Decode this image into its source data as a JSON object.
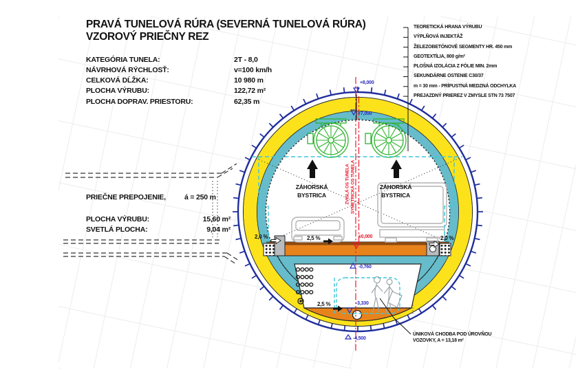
{
  "title": {
    "line1": "PRAVÁ TUNELOVÁ RÚRA (SEVERNÁ TUNELOVÁ RÚRA)",
    "line2": "VZOROVÝ PRIEČNY REZ"
  },
  "parameters": [
    {
      "label": "KATEGÓRIA TUNELA:",
      "value": "2T - 8,0"
    },
    {
      "label": "NÁVRHOVÁ RÝCHLOSŤ:",
      "value": "v=100 km/h"
    },
    {
      "label": "CELKOVÁ DĹŽKA:",
      "value": "10 980 m"
    },
    {
      "label": "PLOCHA VÝRUBU:",
      "value": "122,72 m²"
    },
    {
      "label": "PLOCHA DOPRAV. PRIESTORU:",
      "value": "62,35 m"
    }
  ],
  "cross_passage": {
    "heading": "PRIEČNE PREPOJENIE,",
    "spacing": "á = 250 m",
    "rows": [
      {
        "label": "PLOCHA VÝRUBU:",
        "value": "15,60 m²"
      },
      {
        "label": "SVETLÁ PLOCHA:",
        "value": "9,04 m²"
      }
    ]
  },
  "legend": {
    "items": [
      "TEORETICKÁ HRANA VÝRUBU",
      "VÝPLŇOVÁ INJEKTÁŽ",
      "ŽELEZOBETÓNOVÉ SEGMENTY HR. 450 mm",
      "GEOTEXTÍLIA, 800 g/m²",
      "PLOŠNÁ IZOLÁCIA Z FÓLIE MIN. 2mm",
      "SEKUNDÁRNE OSTENIE C30/37",
      "m = 30 mm - PRÍPUSTNÁ MEDZNÁ ODCHYLKA",
      "PREJAZDNÝ PRIEREZ V ZMYSLE STN 73 7507"
    ]
  },
  "diagram": {
    "direction_left": {
      "line1": "ZÁHORSKÁ",
      "line2": "BYSTRICA"
    },
    "direction_right": {
      "line1": "ZÁHORSKÁ",
      "line2": "BYSTRICA"
    },
    "axis_labels": {
      "vertical": "ZVISLÁ OS TUNELA",
      "symmetry": "SYMETRICKÁ OS TUNELA"
    },
    "levels": {
      "crown": "+8,000",
      "fan": "+7,050",
      "road": "±0,000",
      "sub_road": "-0,760",
      "corridor": "-3,330",
      "invert": "-4,500"
    },
    "slopes": {
      "left": "2,0 %",
      "center": "2,5 %",
      "right": "2,0 %",
      "bottom": "2,5 %"
    },
    "annotation": {
      "line1": "ÚNIKOVÁ CHODBA POD ÚROVŇOU",
      "line2": "VOZOVKY, A = 13,18 m²"
    }
  },
  "colors": {
    "excavation_blue": "#1f2d9b",
    "primary_lining_yellow": "#fbe21b",
    "secondary_lining_teal": "#66bccb",
    "roadway_orange": "#e8831c",
    "axis_red": "#e8192c",
    "equipment_green": "#2db32d",
    "clearance_cyan": "#3fc6d8",
    "level_blue": "#2a2ac0"
  }
}
